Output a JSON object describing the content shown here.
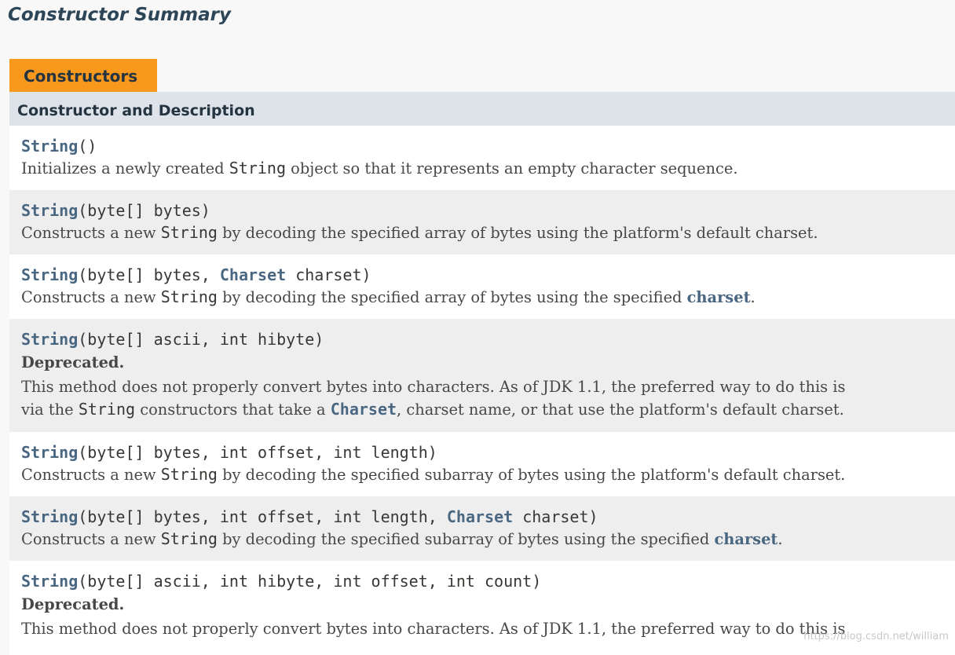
{
  "section_title": "Constructor Summary",
  "tab_label": "Constructors",
  "column_header": "Constructor and Description",
  "class_name": "String",
  "rows": [
    {
      "params": "()",
      "desc": "Initializes a newly created ",
      "desc_code": "String",
      "desc_tail": " object so that it represents an empty character sequence."
    },
    {
      "params": "(byte[] bytes)",
      "desc": "Constructs a new ",
      "desc_code": "String",
      "desc_tail": " by decoding the specified array of bytes using the platform's default charset."
    },
    {
      "params_a": "(byte[] bytes, ",
      "param_link": "Charset",
      "params_b": " charset)",
      "desc": "Constructs a new ",
      "desc_code": "String",
      "desc_mid": " by decoding the specified array of bytes using the specified ",
      "desc_link": "charset",
      "desc_end": "."
    },
    {
      "params": "(byte[] ascii, int hibyte)",
      "deprecated": "Deprecated.",
      "line1": "This method does not properly convert bytes into characters. As of JDK 1.1, the preferred way to do this is",
      "line2_a": "via the ",
      "line2_code": "String",
      "line2_b": " constructors that take a ",
      "line2_link": "Charset",
      "line2_c": ", charset name, or that use the platform's default charset."
    },
    {
      "params": "(byte[] bytes, int offset, int length)",
      "desc": "Constructs a new ",
      "desc_code": "String",
      "desc_tail": " by decoding the specified subarray of bytes using the platform's default charset."
    },
    {
      "params_a": "(byte[] bytes, int offset, int length, ",
      "param_link": "Charset",
      "params_b": " charset)",
      "desc": "Constructs a new ",
      "desc_code": "String",
      "desc_mid": " by decoding the specified subarray of bytes using the specified ",
      "desc_link": "charset",
      "desc_end": "."
    },
    {
      "params": "(byte[] ascii, int hibyte, int offset, int count)",
      "deprecated": "Deprecated.",
      "line1": "This method does not properly convert bytes into characters. As of JDK 1.1, the preferred way to do this is"
    }
  ],
  "watermark": "https://blog.csdn.net/william"
}
